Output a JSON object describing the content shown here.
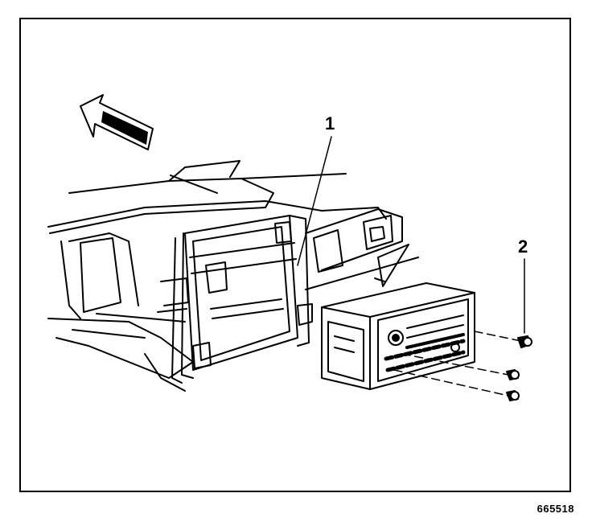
{
  "diagram": {
    "callouts": [
      {
        "id": "callout-1",
        "label": "1"
      },
      {
        "id": "callout-2",
        "label": "2"
      }
    ],
    "figure_number": "665518",
    "colors": {
      "ink": "#000000",
      "paper": "#ffffff"
    }
  }
}
